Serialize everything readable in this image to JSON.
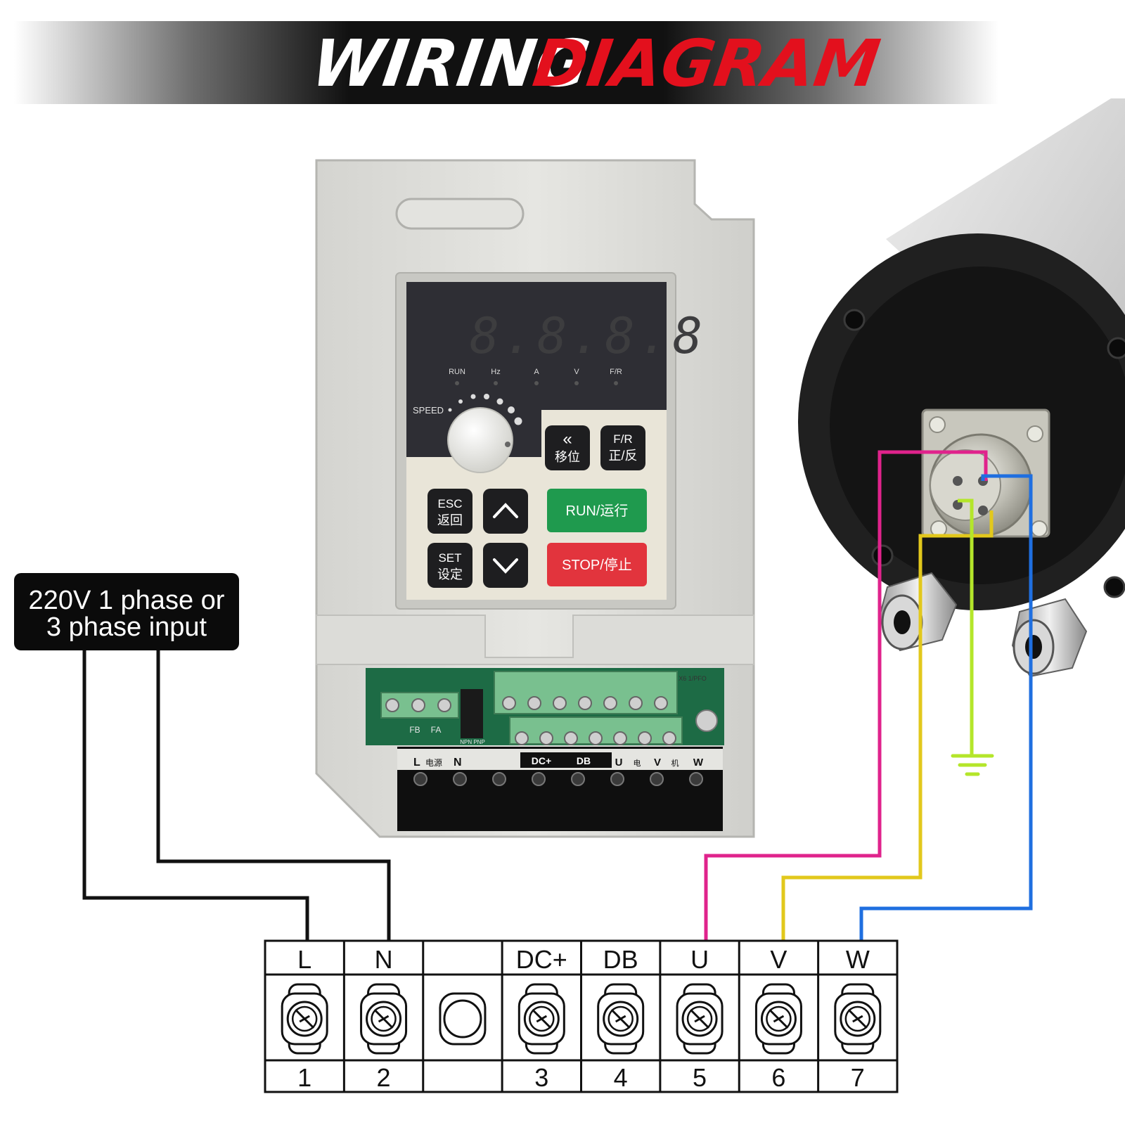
{
  "banner": {
    "word1": "WIRING",
    "word2": "DIAGRAM",
    "color1": "#ffffff",
    "color2": "#e3101d"
  },
  "input_label": {
    "line1": "220V 1 phase or",
    "line2": "3 phase input"
  },
  "vfd": {
    "display": "8.8.8.8",
    "indicators": [
      "RUN",
      "Hz",
      "A",
      "V",
      "F/R"
    ],
    "speed_label": "SPEED",
    "buttons": {
      "shift_symbol": "«",
      "shift_cn": "移位",
      "fr_en": "F/R",
      "fr_cn": "正/反",
      "esc_en": "ESC",
      "esc_cn": "返回",
      "set_en": "SET",
      "set_cn": "设定",
      "run": "RUN/运行",
      "stop": "STOP/停止"
    },
    "control_terminals": [
      "FB",
      "FA"
    ],
    "pnp_label": "NPN PNP",
    "x6_label": "X6 1/PFO",
    "power_terminals": [
      "L",
      "电源",
      "N",
      "DC+",
      "DB",
      "U",
      "电",
      "V",
      "机",
      "W"
    ]
  },
  "terminal_block": {
    "columns": [
      {
        "label": "L",
        "number": "1",
        "kind": "screw"
      },
      {
        "label": "N",
        "number": "2",
        "kind": "screw"
      },
      {
        "label": "",
        "number": "",
        "kind": "empty"
      },
      {
        "label": "DC+",
        "number": "3",
        "kind": "screw"
      },
      {
        "label": "DB",
        "number": "4",
        "kind": "screw"
      },
      {
        "label": "U",
        "number": "5",
        "kind": "screw"
      },
      {
        "label": "V",
        "number": "6",
        "kind": "screw"
      },
      {
        "label": "W",
        "number": "7",
        "kind": "screw"
      }
    ]
  },
  "wire_colors": {
    "input": "#111111",
    "U": "#e0238c",
    "V": "#e2c81c",
    "W": "#1f6fe0",
    "ground": "#b4e62a"
  },
  "icons": {
    "terminal": "screw-terminal-icon",
    "ground": "ground-symbol-icon"
  }
}
